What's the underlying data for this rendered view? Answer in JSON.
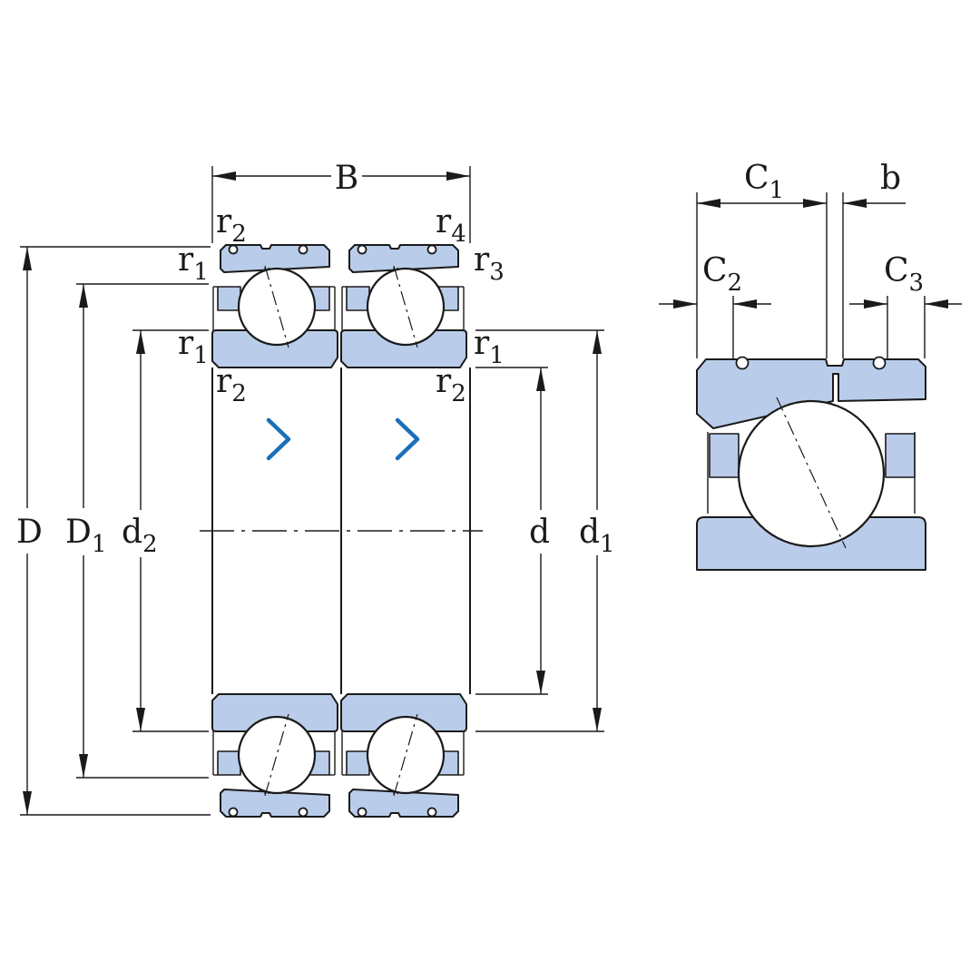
{
  "diagram": {
    "main_view": {
      "width_label": {
        "main": "B",
        "sub": ""
      },
      "diameter_labels": [
        {
          "id": "D",
          "main": "D",
          "sub": ""
        },
        {
          "id": "D1",
          "main": "D",
          "sub": "1"
        },
        {
          "id": "d2",
          "main": "d",
          "sub": "2"
        },
        {
          "id": "d",
          "main": "d",
          "sub": ""
        },
        {
          "id": "d1",
          "main": "d",
          "sub": "1"
        }
      ],
      "chamfer_labels": [
        {
          "id": "r2-top-left",
          "main": "r",
          "sub": "2"
        },
        {
          "id": "r1-top-left",
          "main": "r",
          "sub": "1"
        },
        {
          "id": "r1-mid-left",
          "main": "r",
          "sub": "1"
        },
        {
          "id": "r2-mid-left",
          "main": "r",
          "sub": "2"
        },
        {
          "id": "r4-top-right",
          "main": "r",
          "sub": "4"
        },
        {
          "id": "r3-top-right",
          "main": "r",
          "sub": "3"
        },
        {
          "id": "r1-mid-right",
          "main": "r",
          "sub": "1"
        },
        {
          "id": "r2-mid-right",
          "main": "r",
          "sub": "2"
        }
      ],
      "direction_marks": [
        "chevron-right-icon",
        "chevron-right-icon"
      ]
    },
    "detail_view": {
      "labels": [
        {
          "id": "C1",
          "main": "C",
          "sub": "1"
        },
        {
          "id": "b",
          "main": "b",
          "sub": ""
        },
        {
          "id": "C2",
          "main": "C",
          "sub": "2"
        },
        {
          "id": "C3",
          "main": "C",
          "sub": "3"
        }
      ]
    },
    "colors": {
      "ring_fill": "#b9cdea",
      "outline": "#1a1a1a",
      "direction_mark": "#1a6fb8",
      "background": "#ffffff"
    }
  }
}
